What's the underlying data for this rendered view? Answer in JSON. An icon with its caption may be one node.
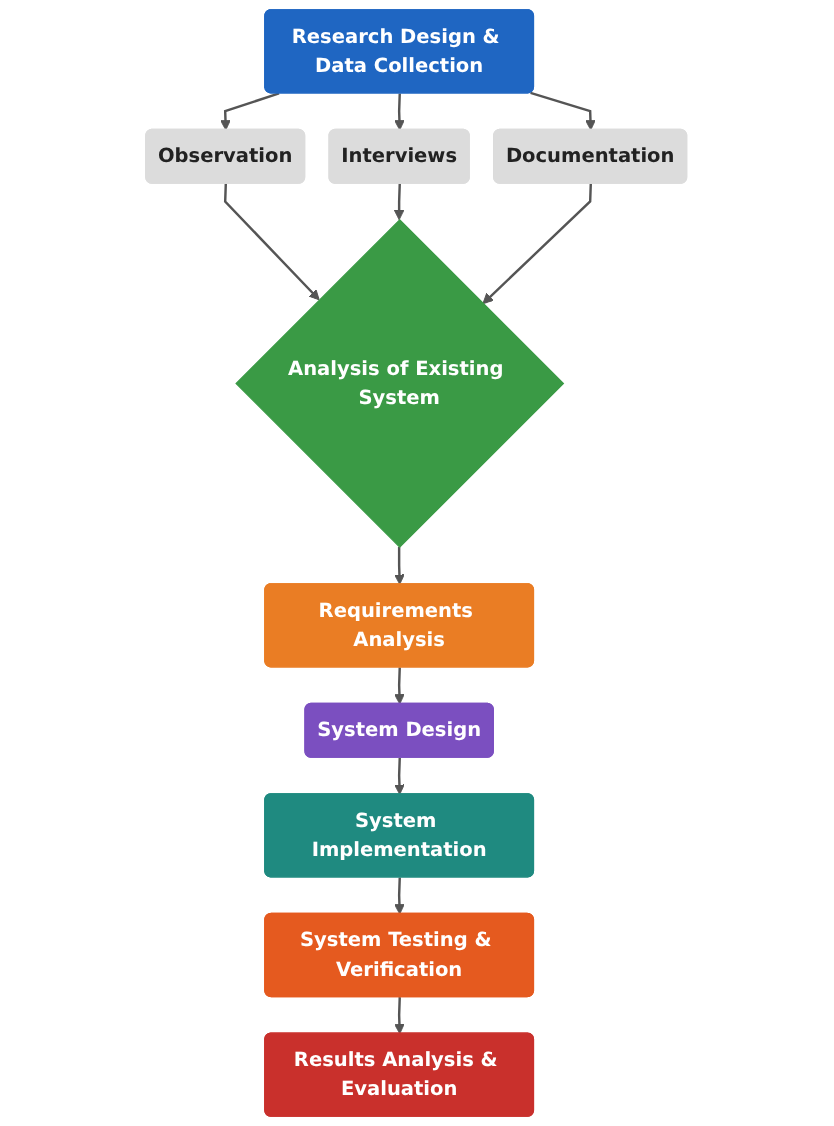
{
  "diagram": {
    "nodes": [
      {
        "text": [
          "Research Design & Data Collection"
        ]
      },
      {
        "text": [
          "Observation"
        ]
      },
      {
        "text": [
          "Interviews"
        ]
      },
      {
        "text": [
          "Documentation"
        ]
      },
      {
        "text": [
          "Analysis of Existing System"
        ]
      },
      {
        "text": [
          "Requirements Analysis"
        ]
      },
      {
        "text": [
          "System Design"
        ]
      },
      {
        "text": [
          "System Implementation"
        ]
      },
      {
        "text": [
          "System Testing & Verification"
        ]
      },
      {
        "text": [
          "Results Analysis & Evaluation"
        ]
      }
    ],
    "edges": [
      {
        "from": 0,
        "to": 1,
        "arrow": "to"
      },
      {
        "from": 0,
        "to": 2,
        "arrow": "to"
      },
      {
        "from": 0,
        "to": 3,
        "arrow": "to"
      },
      {
        "from": 1,
        "to": 4,
        "arrow": "to"
      },
      {
        "from": 2,
        "to": 4,
        "arrow": "to"
      },
      {
        "from": 3,
        "to": 4,
        "arrow": "to"
      },
      {
        "from": 4,
        "to": 5,
        "arrow": "to"
      },
      {
        "from": 5,
        "to": 6,
        "arrow": "to"
      },
      {
        "from": 6,
        "to": 7,
        "arrow": "to"
      },
      {
        "from": 7,
        "to": 8,
        "arrow": "to"
      },
      {
        "from": 8,
        "to": 9,
        "arrow": "to"
      }
    ]
  }
}
